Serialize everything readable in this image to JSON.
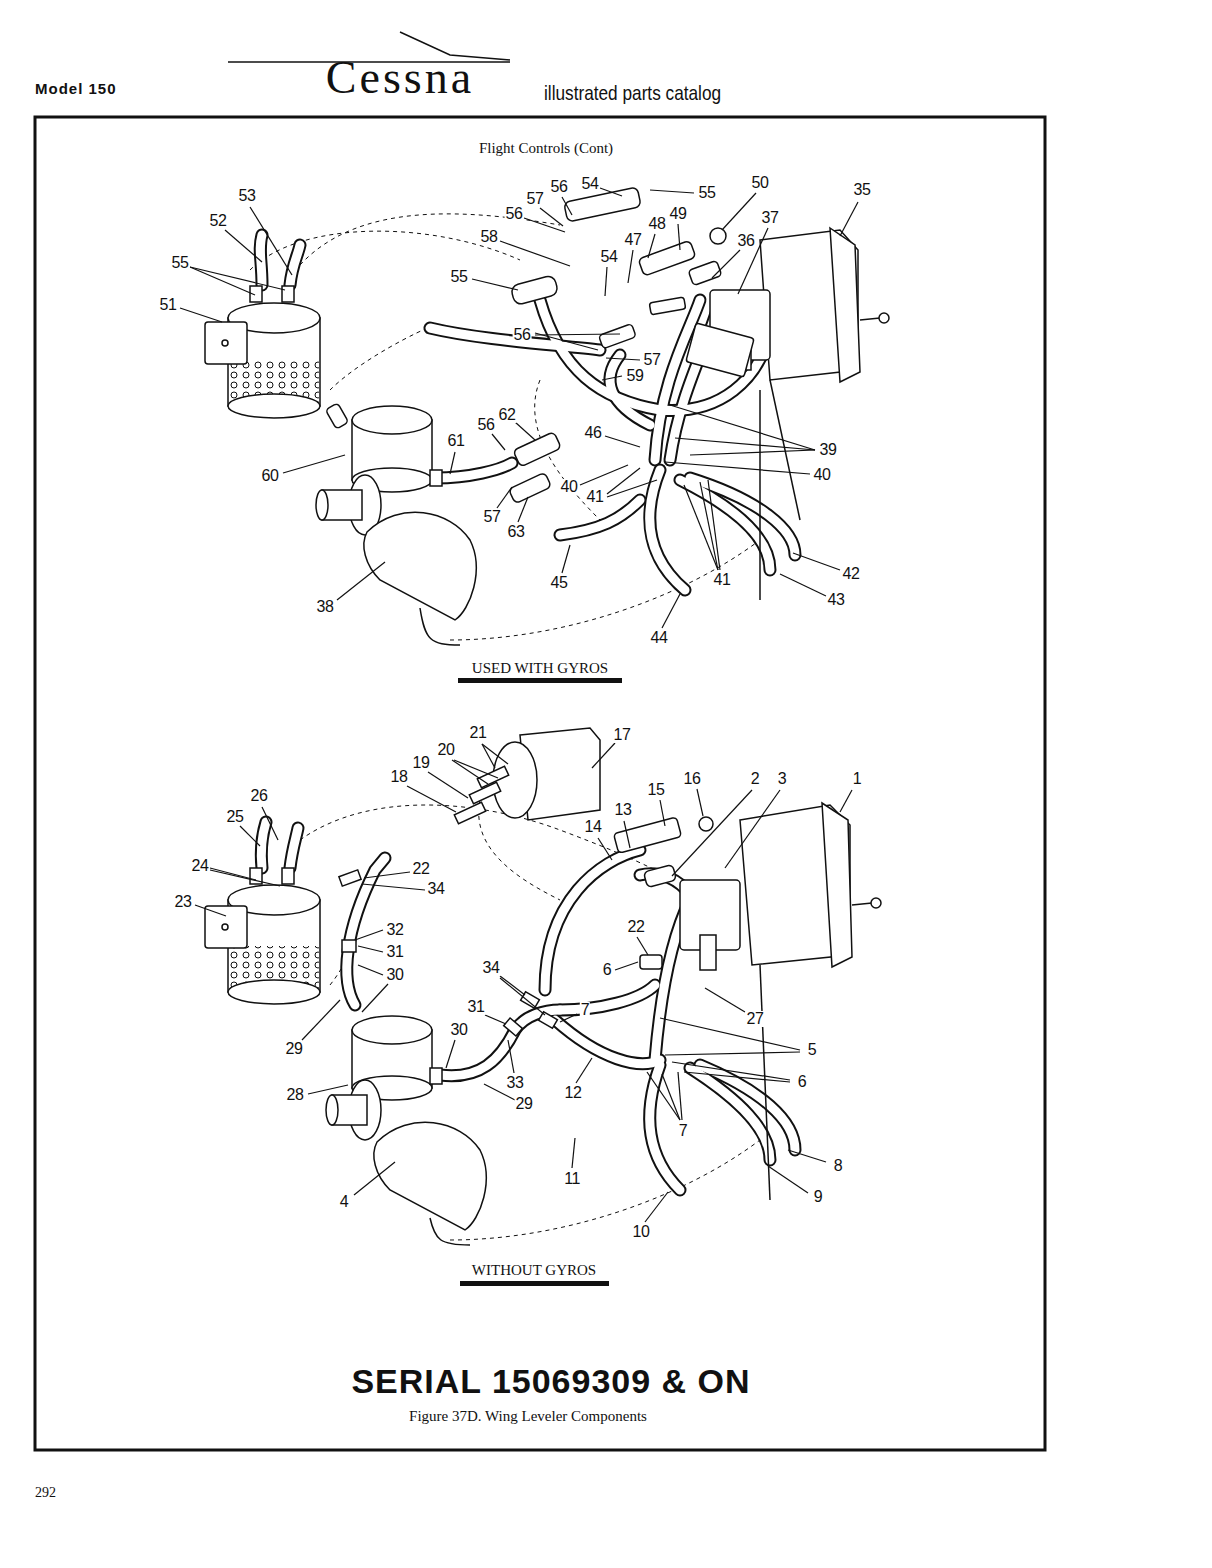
{
  "diagram": {
    "title": "Flight Controls (Cont)",
    "caption": "Figure 37D. Wing Leveler Components",
    "labels": [
      "Model 150",
      "Cessna",
      "illustrated parts catalog",
      "53",
      "52",
      "55",
      "51",
      "56",
      "54",
      "57",
      "55",
      "50",
      "35",
      "56",
      "49",
      "48",
      "37",
      "58",
      "47",
      "36",
      "54",
      "55",
      "56",
      "57",
      "59",
      "62",
      "56",
      "46",
      "61",
      "39",
      "60",
      "40",
      "40",
      "41",
      "57",
      "63",
      "42",
      "41",
      "45",
      "43",
      "38",
      "44",
      "USED WITH GYROS",
      "21",
      "17",
      "20",
      "19",
      "18",
      "16",
      "2",
      "3",
      "1",
      "15",
      "26",
      "13",
      "25",
      "14",
      "24",
      "22",
      "34",
      "23",
      "22",
      "32",
      "31",
      "34",
      "6",
      "30",
      "31",
      "7",
      "27",
      "30",
      "29",
      "5",
      "6",
      "33",
      "12",
      "28",
      "29",
      "7",
      "8",
      "11",
      "9",
      "4",
      "10",
      "WITHOUT GYROS",
      "SERIAL 15069309 & ON",
      "292"
    ]
  }
}
